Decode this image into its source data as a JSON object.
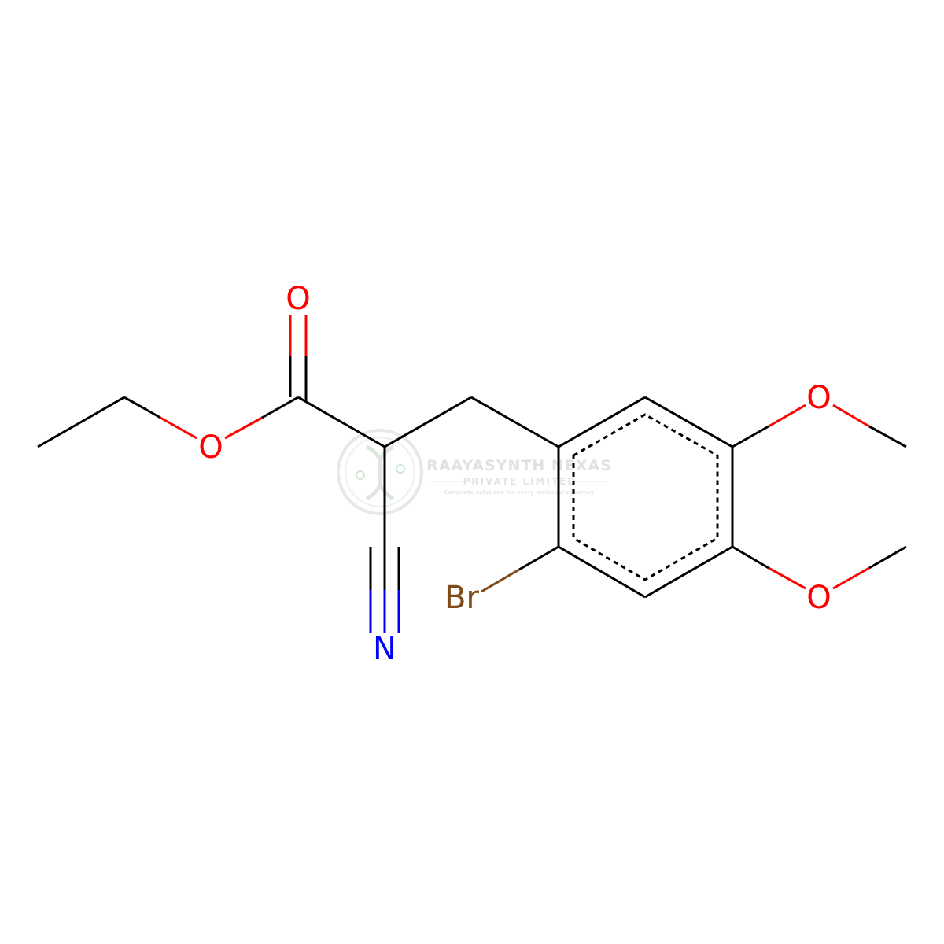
{
  "molecule": {
    "atoms": {
      "carbonyl_oxygen": "O",
      "ester_oxygen": "O",
      "nitrile_nitrogen": "N",
      "bromine": "Br",
      "methoxy_oxygen_top": "O",
      "methoxy_oxygen_bottom": "O"
    },
    "colors": {
      "bond": "#000000",
      "oxygen": "#ff0000",
      "nitrogen": "#0000ff",
      "bromine": "#7f4c19"
    }
  },
  "watermark": {
    "company": "RAAYASYNTH NEXAS",
    "subtitle": "PRIVATE LIMITED",
    "tagline": "Complete solutions for every molecule's journey"
  }
}
